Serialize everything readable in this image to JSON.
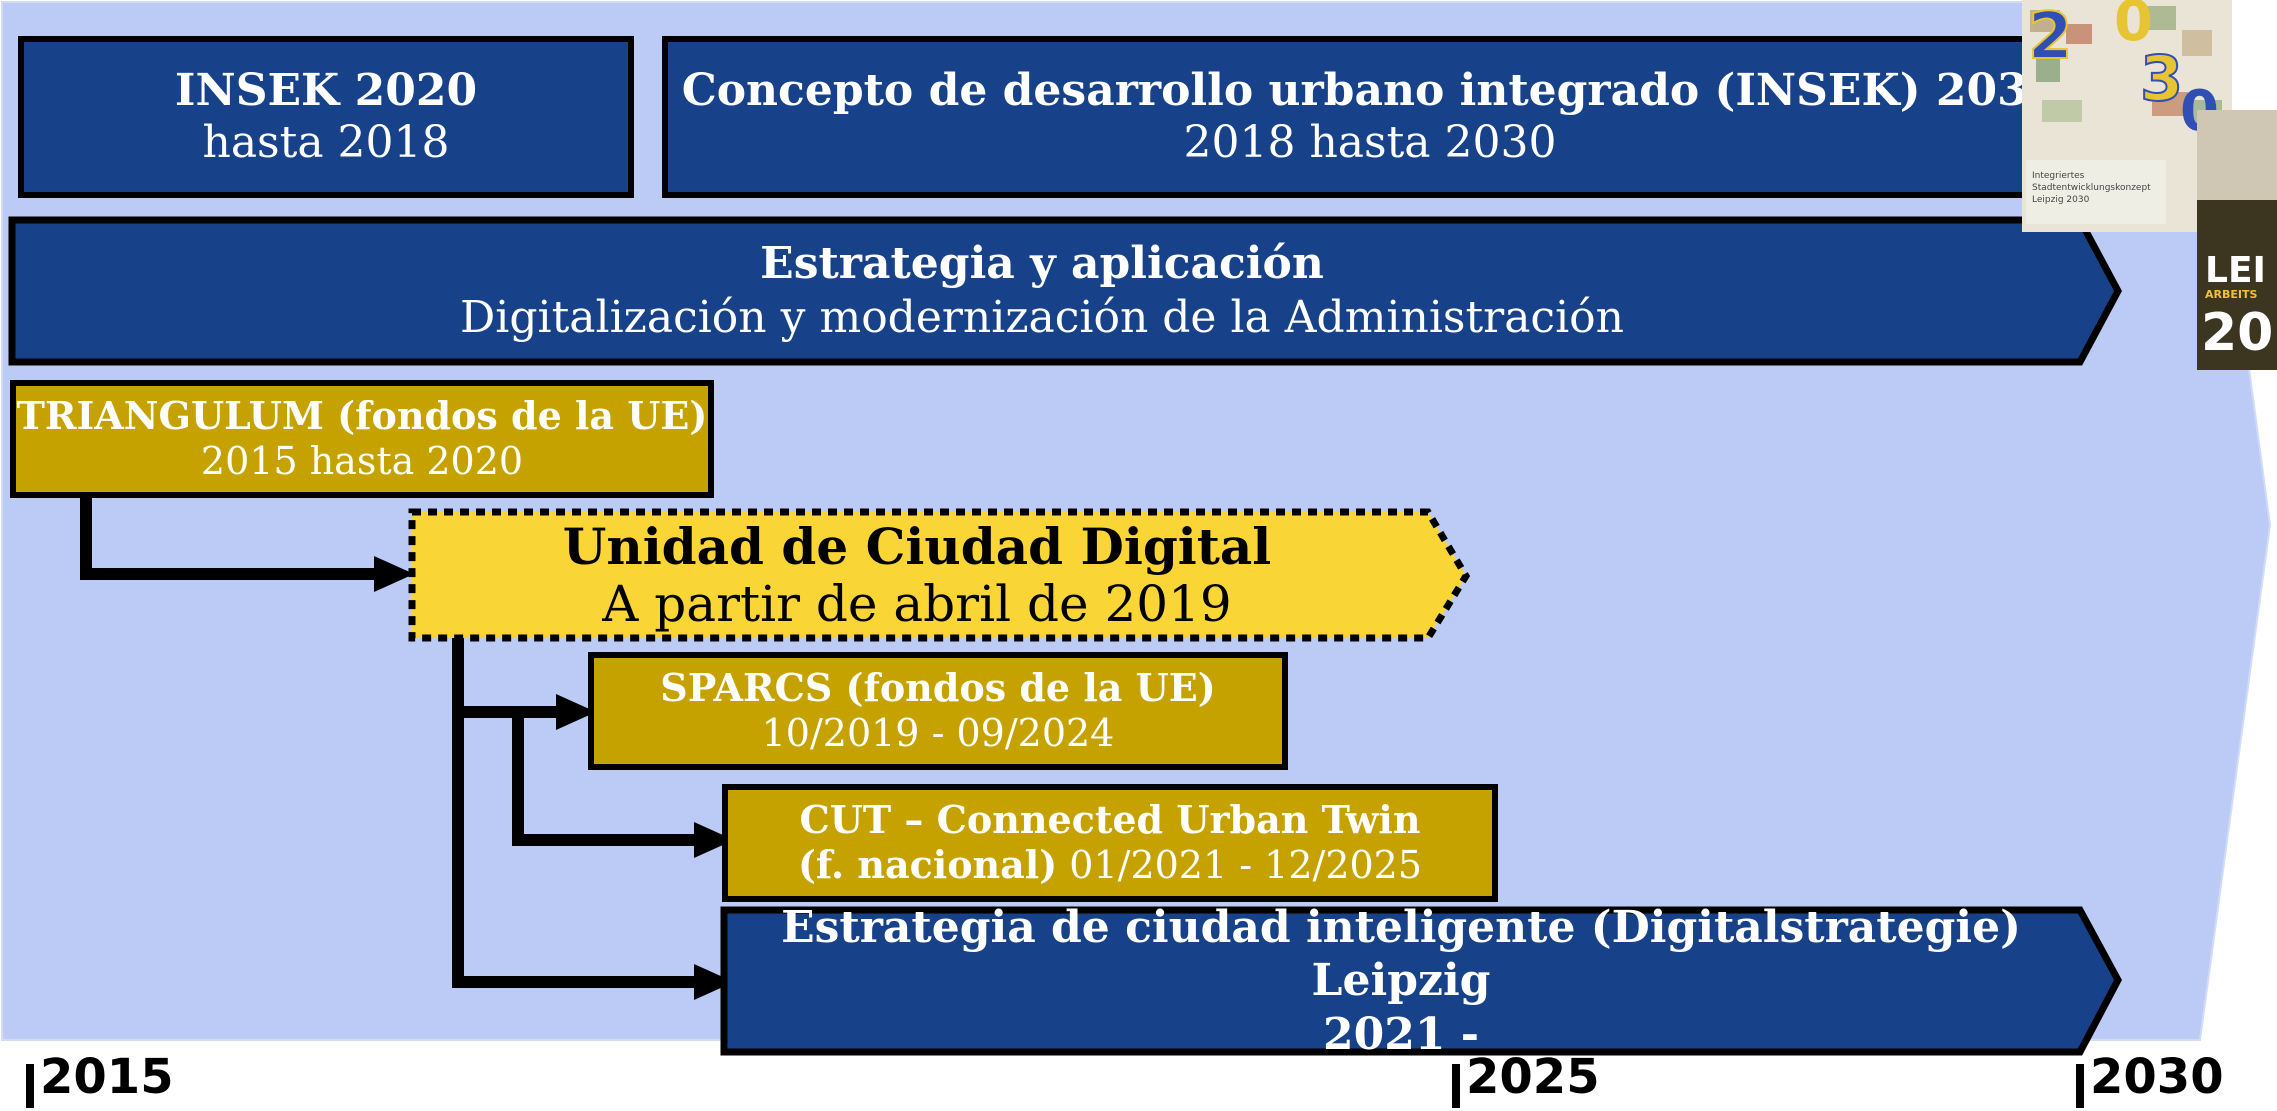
{
  "insek2020": {
    "title": "INSEK 2020",
    "sub": "hasta 2018"
  },
  "insek2030": {
    "title": "Concepto de desarrollo urbano integrado (INSEK) 2030",
    "sub": "2018 hasta 2030"
  },
  "strategy": {
    "title": "Estrategia y aplicación",
    "sub": "Digitalización y modernización de la Administración"
  },
  "triangulum": {
    "title": "TRIANGULUM (fondos de la UE)",
    "sub": "2015 hasta 2020"
  },
  "digital_unit": {
    "title": "Unidad de Ciudad Digital",
    "sub": "A partir de abril de 2019"
  },
  "sparcs": {
    "title": "SPARCS (fondos de la UE)",
    "sub": "10/2019 - 09/2024"
  },
  "cut": {
    "title": "CUT – Connected Urban Twin",
    "sub_bold": "(f. nacional)",
    "sub": " 01/2021 - 12/2025"
  },
  "smart_city": {
    "title": "Estrategia de ciudad inteligente (Digitalstrategie) Leipzig",
    "sub": "2021 -"
  },
  "timeline": {
    "y2015": "2015",
    "y2025": "2025",
    "y2030": "2030"
  },
  "cover_thumbs": {
    "insek_text": [
      "Integriertes",
      "Stadtentwicklungskonzept",
      "Leipzig 2030"
    ],
    "leipzig_text": {
      "big": "LEI",
      "small": "ARBEITS",
      "num": "20"
    }
  },
  "colors": {
    "background_arrow": "#bccbf5",
    "blue_box": "#17428a",
    "gold_box": "#c6a200",
    "yellow_box": "#f9d535",
    "border": "#000000"
  }
}
